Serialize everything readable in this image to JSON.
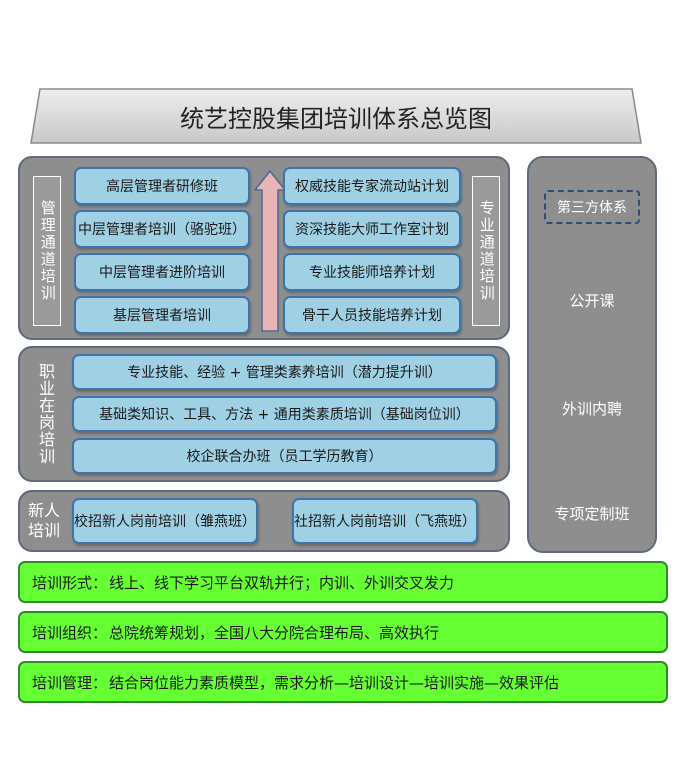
{
  "title": "统艺控股集团培训体系总览图",
  "management_channel": {
    "label": "管理通道培训",
    "items": [
      "高层管理者研修班",
      "中层管理者培训（骆驼班）",
      "中层管理者进阶培训",
      "基层管理者培训"
    ]
  },
  "professional_channel": {
    "label": "专业通道培训",
    "items": [
      "权威技能专家流动站计划",
      "资深技能大师工作室计划",
      "专业技能师培养计划",
      "骨干人员技能培养计划"
    ]
  },
  "on_the_job": {
    "label": "职业在岗培训",
    "items": [
      "专业技能、经验 + 管理类素养培训（潜力提升训）",
      "基础类知识、工具、方法 + 通用类素质培训（基础岗位训）",
      "校企联合办班（员工学历教育）"
    ]
  },
  "new_hire": {
    "label": "新人培训",
    "items": [
      "校招新人岗前培训（雏燕班）",
      "社招新人岗前培训（飞燕班）"
    ]
  },
  "right_panel": {
    "third_party": "第三方体系",
    "items": [
      "公开课",
      "外训内聘",
      "专项定制班"
    ]
  },
  "green_bars": [
    {
      "label": "培训形式：",
      "text": "线上、线下学习平台双轨并行；内训、外训交叉发力"
    },
    {
      "label": "培训组织：",
      "text": "总院统筹规划，全国八大分院合理布局、高效执行"
    },
    {
      "label": "培训管理：",
      "text": "结合岗位能力素质模型，需求分析—培训设计—培训实施—效果评估"
    }
  ],
  "colors": {
    "panel": "#8e8e8e",
    "box_fill": "#9fd0e4",
    "box_border": "#3f74a8",
    "arrow": "#e8b4b4",
    "green_bar": "#66ff33",
    "banner": "#d9d9d9"
  }
}
